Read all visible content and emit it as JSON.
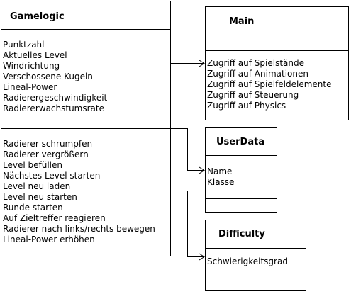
{
  "classes": {
    "gamelogic": {
      "name": "Gamelogic",
      "attributes": [
        "Punktzahl",
        "Aktuelles Level",
        "Windrichtung",
        "Verschossene Kugeln",
        "Lineal-Power",
        "Radierergeschwindigkeit",
        "Radiererwachstumsrate"
      ],
      "methods": [
        "Radierer schrumpfen",
        "Radierer vergrößern",
        "Level befüllen",
        "Nächstes Level starten",
        "Level neu laden",
        "Level neu starten",
        "Runde starten",
        "Auf Zieltreffer reagieren",
        "Radierer nach links/rechts bewegen",
        "Lineal-Power erhöhen"
      ]
    },
    "main": {
      "name": "Main",
      "attributes": [],
      "methods": [
        "Zugriff auf Spielstände",
        "Zugriff auf Animationen",
        "Zugriff auf Spielfeldelemente",
        "Zugriff auf Steuerung",
        "Zugriff auf Physics"
      ]
    },
    "userdata": {
      "name": "UserData",
      "attributes": [
        "Name",
        "Klasse"
      ],
      "methods": []
    },
    "difficulty": {
      "name": "Difficulty",
      "attributes": [
        "Schwierigkeitsgrad"
      ],
      "methods": []
    }
  },
  "connectors": [
    {
      "from": "Gamelogic",
      "to": "Main"
    },
    {
      "from": "Gamelogic",
      "to": "UserData"
    },
    {
      "from": "Gamelogic",
      "to": "Difficulty"
    }
  ]
}
